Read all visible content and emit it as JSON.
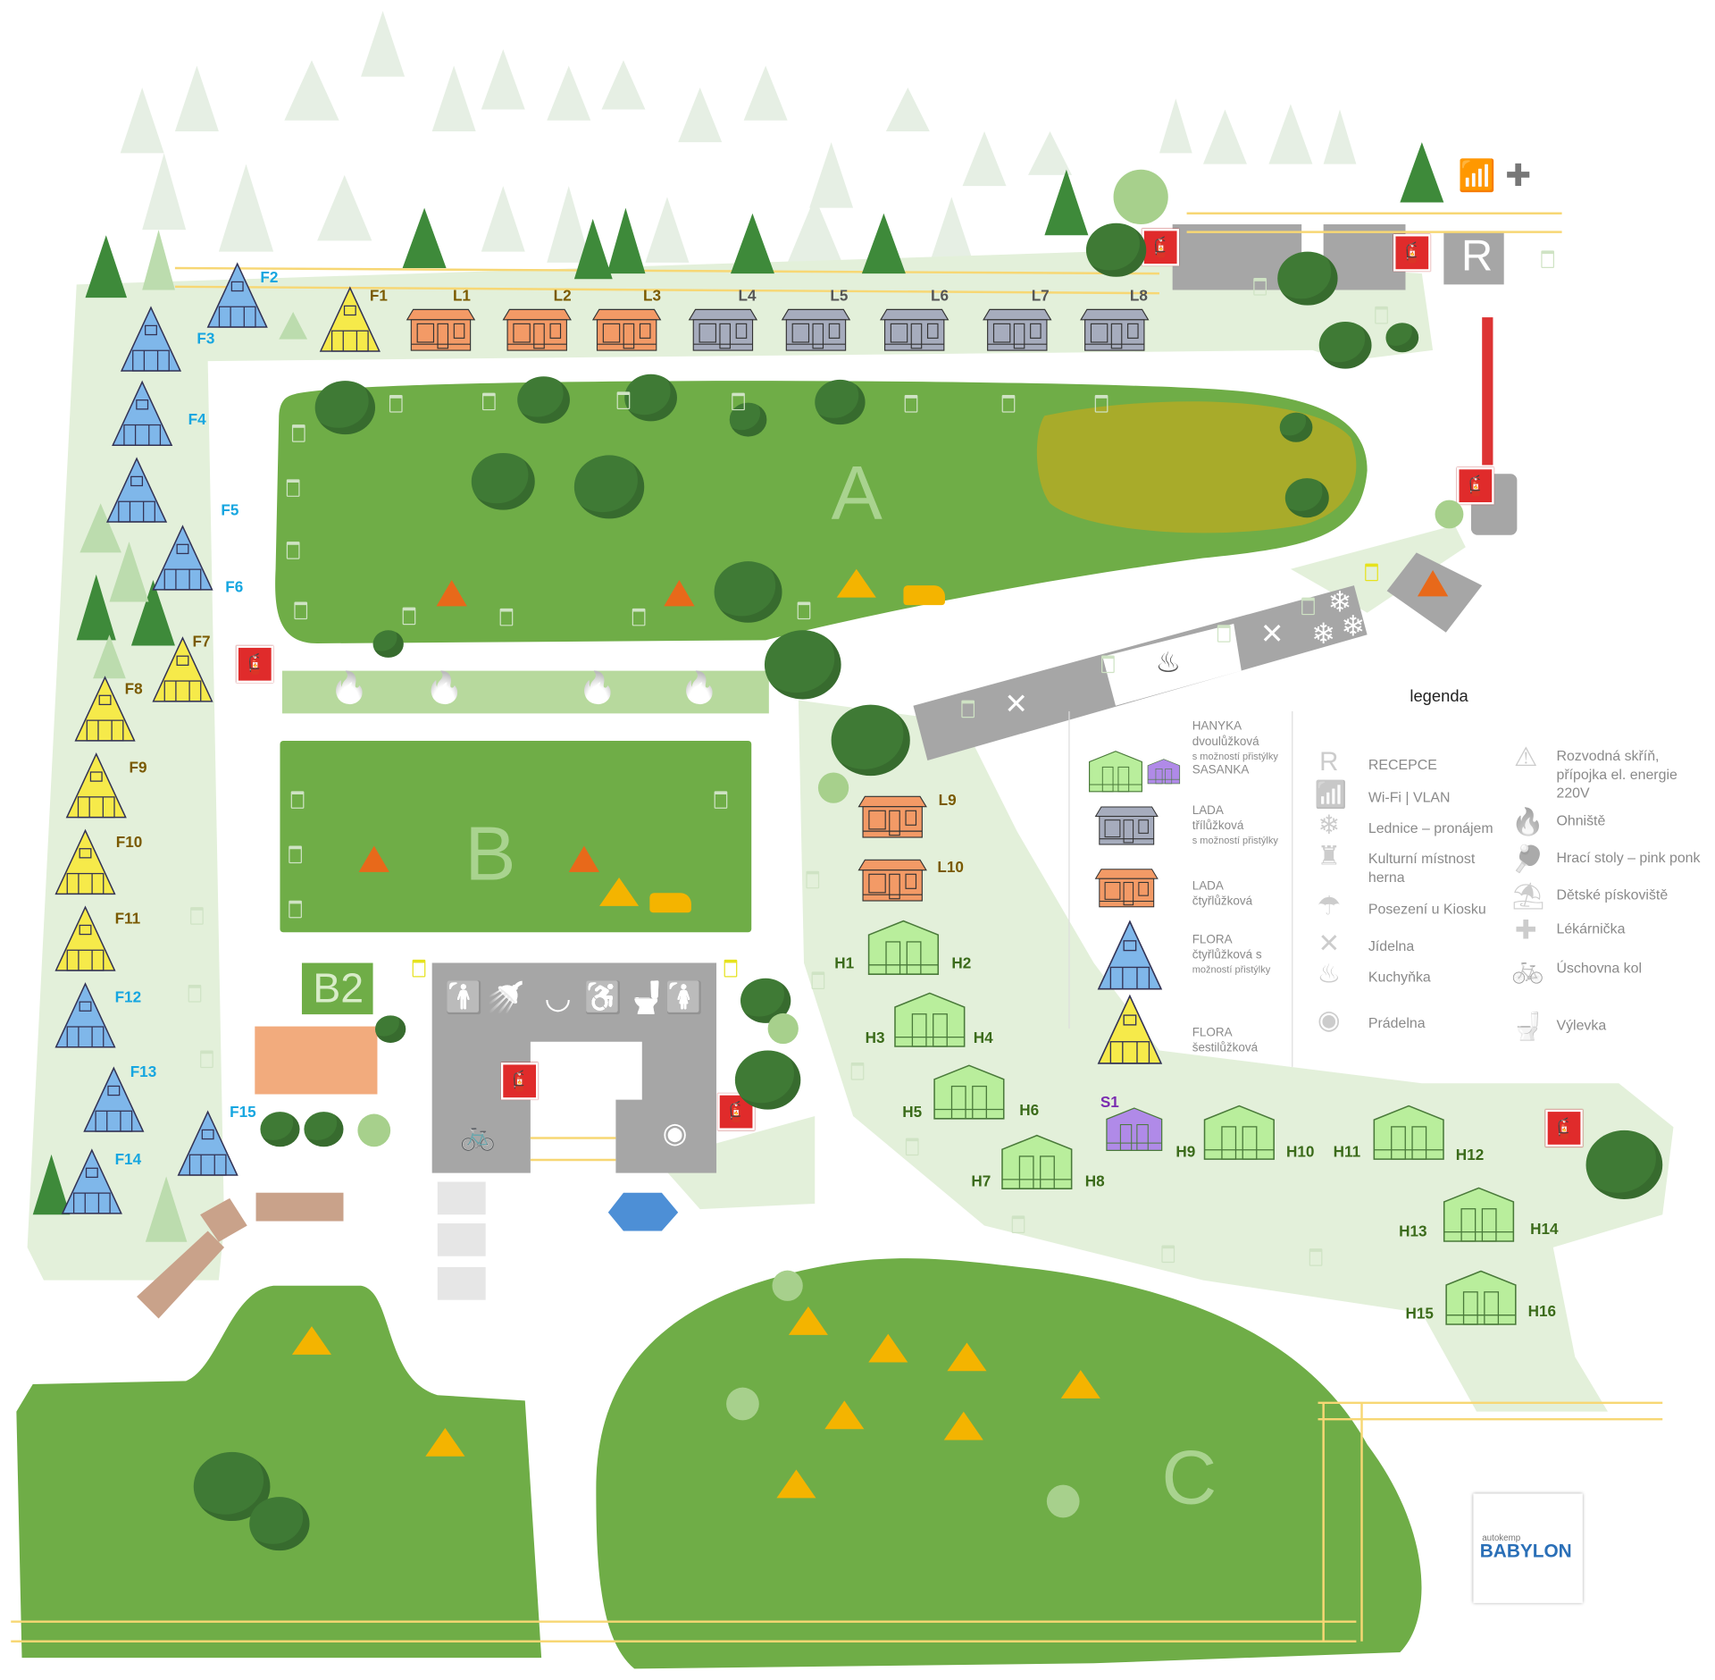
{
  "map": {
    "zones": [
      "A",
      "B",
      "B2",
      "C"
    ],
    "cabins": [
      {
        "label": "F1",
        "type": "flora6"
      },
      {
        "label": "F2",
        "type": "flora4"
      },
      {
        "label": "F3",
        "type": "flora4"
      },
      {
        "label": "F4",
        "type": "flora4"
      },
      {
        "label": "F5",
        "type": "flora4"
      },
      {
        "label": "F6",
        "type": "flora4"
      },
      {
        "label": "F7",
        "type": "flora6"
      },
      {
        "label": "F8",
        "type": "flora6"
      },
      {
        "label": "F9",
        "type": "flora6"
      },
      {
        "label": "F10",
        "type": "flora6"
      },
      {
        "label": "F11",
        "type": "flora6"
      },
      {
        "label": "F12",
        "type": "flora4"
      },
      {
        "label": "F13",
        "type": "flora4"
      },
      {
        "label": "F14",
        "type": "flora4"
      },
      {
        "label": "F15",
        "type": "flora4"
      },
      {
        "label": "L1",
        "type": "lada4"
      },
      {
        "label": "L2",
        "type": "lada4"
      },
      {
        "label": "L3",
        "type": "lada4"
      },
      {
        "label": "L4",
        "type": "lada3"
      },
      {
        "label": "L5",
        "type": "lada3"
      },
      {
        "label": "L6",
        "type": "lada3"
      },
      {
        "label": "L7",
        "type": "lada3"
      },
      {
        "label": "L8",
        "type": "lada3"
      },
      {
        "label": "L9",
        "type": "lada4"
      },
      {
        "label": "L10",
        "type": "lada4"
      },
      {
        "label": "S1",
        "type": "sasanka"
      }
    ],
    "hanyka_pairs": [
      [
        "H1",
        "H2"
      ],
      [
        "H3",
        "H4"
      ],
      [
        "H5",
        "H6"
      ],
      [
        "H7",
        "H8"
      ],
      [
        "H9",
        "H10"
      ],
      [
        "H11",
        "H12"
      ],
      [
        "H13",
        "H14"
      ],
      [
        "H15",
        "H16"
      ]
    ],
    "reception_letter": "R",
    "colors": {
      "flora4": "#7fb7ea",
      "flora6": "#f6ea4a",
      "lada4": "#f39a66",
      "lada3": "#a6acbd",
      "hanyka": "#b9ee9c",
      "sasanka": "#b08ae8",
      "zone": "#6fad47",
      "path": "#e3f0da",
      "label_blue": "#16a6e0",
      "label_brown": "#7a5a00",
      "label_purple": "#7a2bb0"
    }
  },
  "legend": {
    "title": "legenda",
    "cabin_types": [
      {
        "name": "HANYKA",
        "desc": "dvoulůžková",
        "note": "s možností přistýlky",
        "extra": "SASANKA"
      },
      {
        "name": "LADA",
        "desc": "třílůžková",
        "note": "s možností přistýlky"
      },
      {
        "name": "LADA",
        "desc": "čtyřlůžková",
        "note": ""
      },
      {
        "name": "FLORA",
        "desc": "čtyřlůžková s",
        "note": "možností přistýlky"
      },
      {
        "name": "FLORA",
        "desc": "šestilůžková",
        "note": ""
      }
    ],
    "facilities": [
      {
        "icon": "reception-letter-icon",
        "glyph": "R",
        "label": "RECEPCE"
      },
      {
        "icon": "wifi-tower-icon",
        "glyph": "📶",
        "label": "Wi-Fi | VLAN"
      },
      {
        "icon": "snowflake-icon",
        "glyph": "❄",
        "label": "Lednice – pronájem"
      },
      {
        "icon": "culture-room-icon",
        "glyph": "♜",
        "label": "Kulturní místnost herna"
      },
      {
        "icon": "kiosk-seating-icon",
        "glyph": "☂",
        "label": "Posezení u Kiosku"
      },
      {
        "icon": "cutlery-icon",
        "glyph": "✕",
        "label": "Jídelna"
      },
      {
        "icon": "kitchen-pot-icon",
        "glyph": "♨",
        "label": "Kuchyňka"
      },
      {
        "icon": "washing-machine-icon",
        "glyph": "◉",
        "label": "Prádelna"
      }
    ],
    "amenities": [
      {
        "icon": "electric-box-icon",
        "glyph": "⚠",
        "label": "Rozvodná skříň, přípojka el. energie 220V"
      },
      {
        "icon": "campfire-icon",
        "glyph": "🔥",
        "label": "Ohniště"
      },
      {
        "icon": "ping-pong-icon",
        "glyph": "🏓",
        "label": "Hrací stoly – pink ponk"
      },
      {
        "icon": "sandpit-icon",
        "glyph": "⛱",
        "label": "Dětské pískoviště"
      },
      {
        "icon": "first-aid-icon",
        "glyph": "✚",
        "label": "Lékárnička"
      },
      {
        "icon": "bicycle-icon",
        "glyph": "🚲",
        "label": "Úschovna kol"
      },
      {
        "icon": "chemical-toilet-icon",
        "glyph": "🚽",
        "label": "Výlevka"
      }
    ]
  },
  "logo": {
    "small": "autokemp",
    "name": "BABYLON"
  }
}
